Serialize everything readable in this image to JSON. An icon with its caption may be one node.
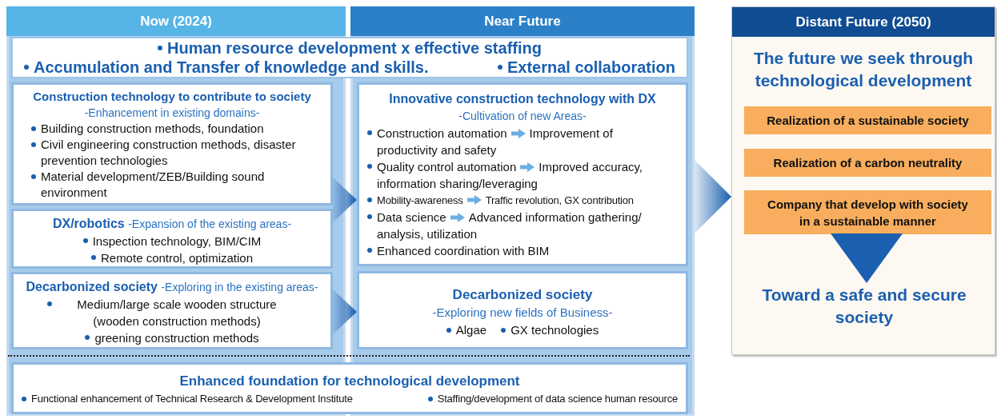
{
  "diagram": {
    "nodes": [
      {
        "text": [
          "Now (2024)"
        ]
      },
      {
        "text": [
          "Near Future"
        ]
      },
      {
        "text": [
          "Distant Future (2050)",
          "The future we seek through technological development"
        ]
      },
      {
        "text": [
          "Human resource development x effective staffing",
          "Accumulation and Transfer of knowledge and skills.",
          "External collaboration"
        ]
      },
      {
        "text": [
          "Construction technology to contribute to society",
          "-Enhancement in existing domains-",
          "Building construction methods, foundation",
          "Civil engineering construction methods, disaster prevention technologies",
          "Material development/ZEB/Building sound environment"
        ],
        "in": 0
      },
      {
        "text": [
          "DX/robotics",
          "-Expansion of the existing areas-",
          "Inspection technology, BIM/CIM",
          "Remote control, optimization"
        ],
        "in": 0
      },
      {
        "text": [
          "Decarbonized society",
          "-Exploring in the existing areas-",
          "Medium/large scale wooden structure (wooden construction methods)",
          "greening construction methods"
        ],
        "in": 0
      },
      {
        "text": [
          "Innovative construction technology with DX",
          "-Cultivation of new Areas-",
          "Construction automation",
          "Improvement of productivity and safety",
          "Quality control automation",
          "Improved accuracy, information sharing/leveraging",
          "Mobility-awareness",
          "Traffic revolution, GX contribution",
          "Data science",
          "Advanced information gathering/ analysis, utilization",
          "Enhanced coordination with BIM"
        ],
        "in": 1
      },
      {
        "text": [
          "Decarbonized society",
          "-Exploring new fields of Business-",
          "Algae",
          "GX technologies"
        ],
        "in": 1
      },
      {
        "text": [
          "Enhanced foundation for technological development",
          "Functional enhancement of Technical Research & Development Institute",
          "Staffing/development of data science human resource"
        ]
      },
      {
        "text": [
          "Realization of a sustainable society"
        ],
        "in": 2
      },
      {
        "text": [
          "Realization of a carbon neutrality"
        ],
        "in": 2
      },
      {
        "text": [
          "Company that develop with society in a sustainable manner"
        ],
        "in": 2
      },
      {
        "text": [
          "Toward a safe and secure society"
        ],
        "in": 2
      }
    ],
    "edges": [
      {
        "from": 4,
        "to": 7,
        "arrow": "to"
      },
      {
        "from": 6,
        "to": 8,
        "arrow": "to"
      },
      {
        "from": 1,
        "to": 2,
        "arrow": "to"
      },
      {
        "from": 12,
        "to": 13,
        "arrow": "to"
      }
    ]
  }
}
